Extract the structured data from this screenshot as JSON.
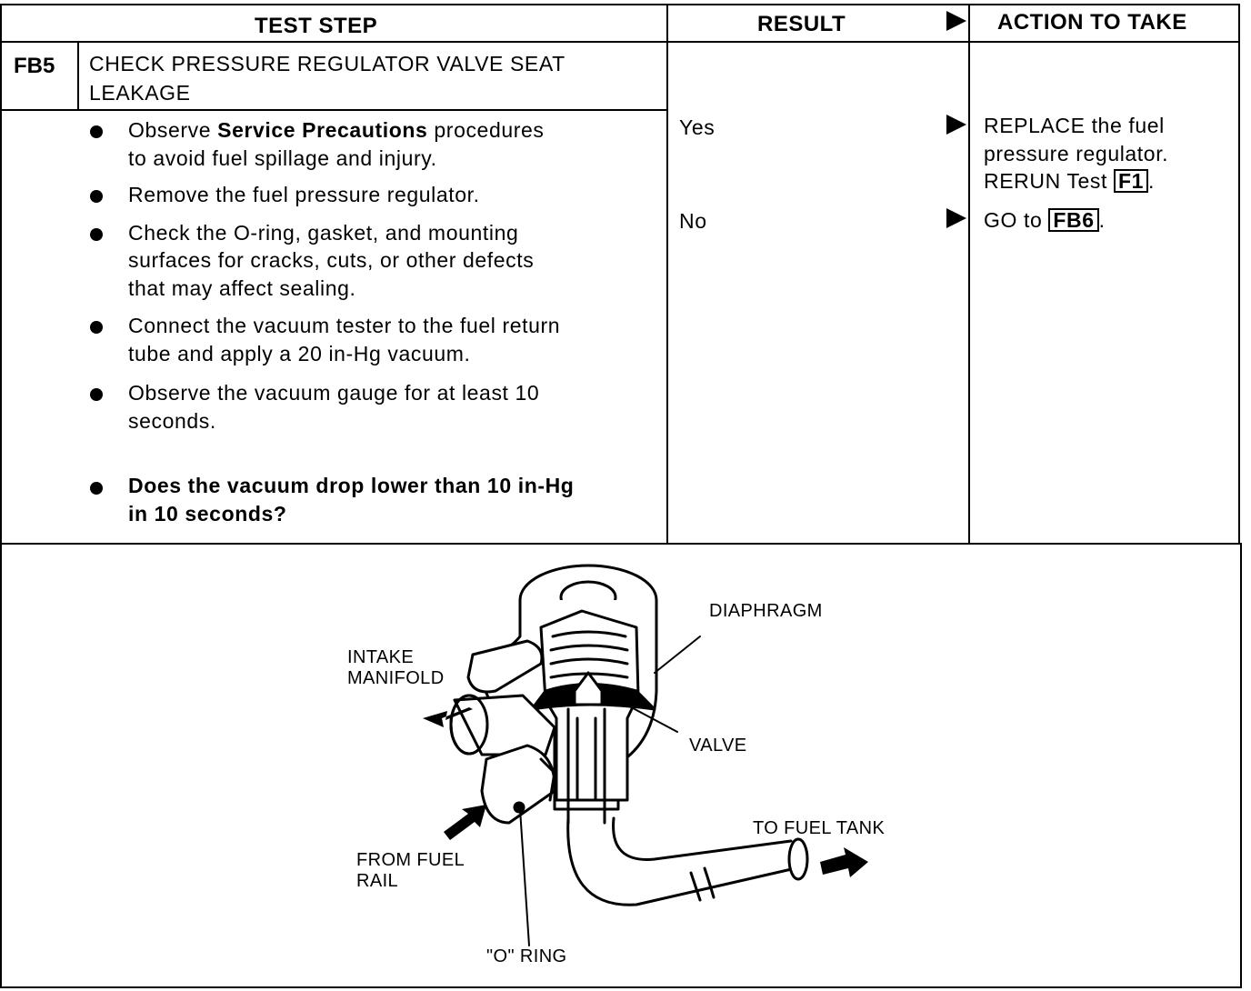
{
  "header": {
    "test_step": "TEST STEP",
    "result": "RESULT",
    "action": "ACTION TO TAKE"
  },
  "step": {
    "id": "FB5",
    "title_line1": "CHECK PRESSURE REGULATOR VALVE SEAT",
    "title_line2": "LEAKAGE"
  },
  "bullets": [
    {
      "prefix": "Observe ",
      "bold": "Service Precautions",
      "rest": " procedures",
      "line2": "to avoid fuel spillage and injury."
    },
    {
      "line1": "Remove the fuel pressure regulator."
    },
    {
      "line1": "Check the O-ring, gasket, and mounting",
      "line2": "surfaces for cracks, cuts, or other defects",
      "line3": "that may affect sealing."
    },
    {
      "line1": "Connect the vacuum tester to the fuel return",
      "line2": "tube and apply a 20 in-Hg vacuum."
    },
    {
      "line1": "Observe the vacuum gauge for at least 10",
      "line2": "seconds."
    },
    {
      "line1": "Does the vacuum drop lower than 10 in-Hg",
      "line2": "in 10 seconds?"
    }
  ],
  "results": [
    {
      "result": "Yes",
      "action_line1": "REPLACE the fuel",
      "action_line2": "pressure regulator.",
      "action_line3_prefix": "RERUN Test ",
      "action_line3_box": "F1",
      "action_line3_suffix": "."
    },
    {
      "result": "No",
      "action_prefix": "GO to ",
      "action_box": "FB6",
      "action_suffix": "."
    }
  ],
  "diagram": {
    "labels": {
      "diaphragm": "DIAPHRAGM",
      "intake_line1": "INTAKE",
      "intake_line2": "MANIFOLD",
      "valve": "VALVE",
      "to_fuel_tank": "TO FUEL TANK",
      "from_fuel_line1": "FROM FUEL",
      "from_fuel_line2": "RAIL",
      "o_ring": "\"O\" RING"
    }
  }
}
